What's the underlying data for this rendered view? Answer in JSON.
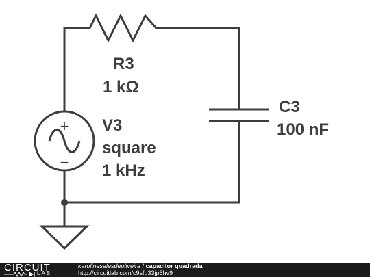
{
  "components": {
    "resistor": {
      "ref": "R3",
      "value": "1 kΩ"
    },
    "capacitor": {
      "ref": "C3",
      "value": "100 nF"
    },
    "source": {
      "ref": "V3",
      "waveform": "square",
      "frequency": "1 kHz",
      "plus": "+",
      "minus": "−"
    }
  },
  "footer": {
    "logo_top": "CIRCUIT",
    "logo_bottom": "LAB",
    "author": "karolinesalesdeoliveira",
    "separator": " / ",
    "title": "capacitor quadrada",
    "url": "http://circuitlab.com/c9sfb33jp5hv9"
  }
}
